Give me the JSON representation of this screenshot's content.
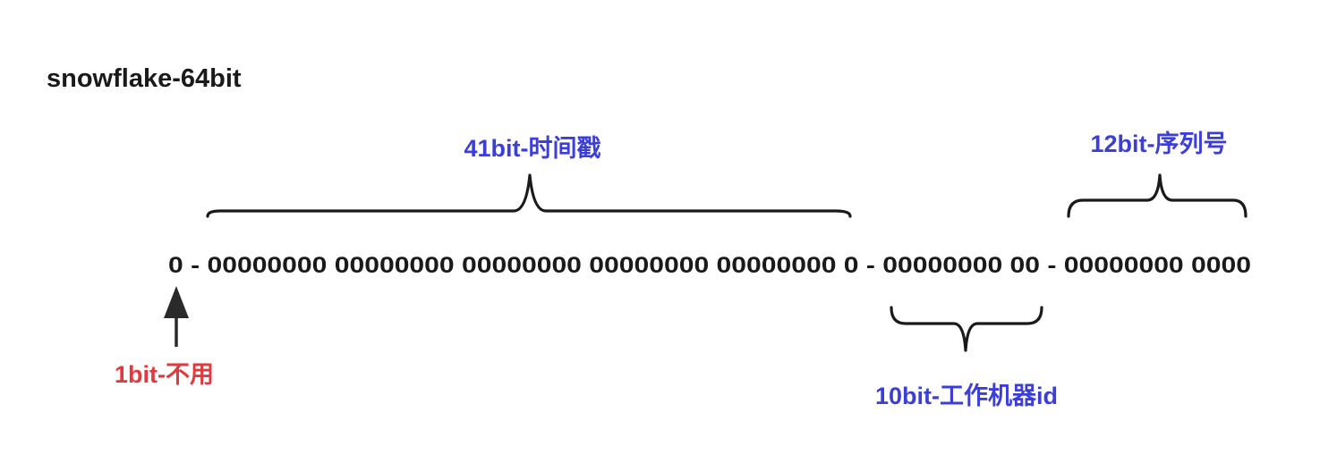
{
  "title": "snowflake-64bit",
  "bit_layout": "0 - 00000000 00000000 00000000 00000000 00000000 0 - 00000000 00 - 00000000 0000",
  "segments": {
    "sign": {
      "label": "1bit-不用"
    },
    "timestamp": {
      "label": "41bit-时间戳"
    },
    "worker": {
      "label": "10bit-工作机器id"
    },
    "sequence": {
      "label": "12bit-序列号"
    }
  },
  "colors": {
    "text": "#1a1a1a",
    "sign_label": "#e03a3e",
    "segment_label": "#3b3fd8",
    "brace": "#1a1a1a",
    "arrow": "#2a2a2a"
  },
  "icons": {
    "sign_pointer": "arrow-up-icon"
  }
}
